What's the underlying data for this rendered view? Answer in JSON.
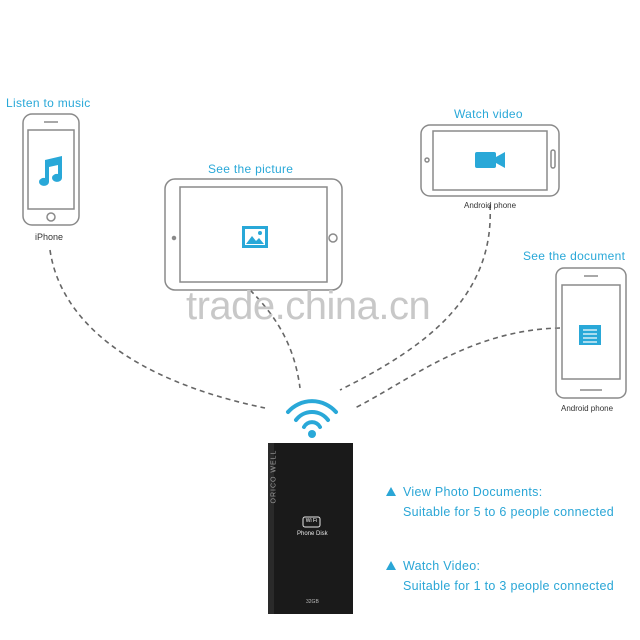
{
  "devices": {
    "iphone": {
      "caption": "Listen to music",
      "model": "iPhone",
      "icon": "music-note-icon"
    },
    "tablet": {
      "caption": "See the picture",
      "icon": "image-icon"
    },
    "android_landscape": {
      "caption": "Watch video",
      "model": "Android phone",
      "icon": "video-camera-icon"
    },
    "android_portrait": {
      "caption": "See the document",
      "model": "Android phone",
      "icon": "document-icon"
    }
  },
  "disk": {
    "brand": "ORICO WELL",
    "badge": "Wi Fi",
    "name": "Phone Disk",
    "capacity": "32GB"
  },
  "features": [
    {
      "title": "View Photo Documents:",
      "detail": "Suitable for 5 to 6 people connected"
    },
    {
      "title": "Watch Video:",
      "detail": "Suitable for 1 to 3 people connected"
    }
  ],
  "watermark": "trade.china.cn",
  "colors": {
    "accent": "#29a8d8",
    "device_outline": "#8a8a8a",
    "dashed_line": "#666666",
    "disk_body": "#1a1a1a"
  }
}
